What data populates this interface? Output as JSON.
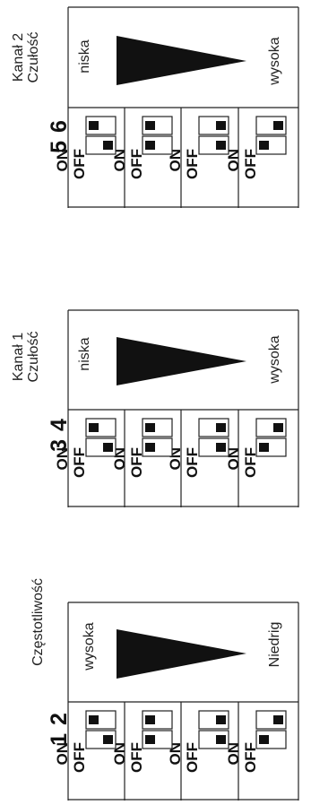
{
  "blocks": [
    {
      "id": "kanal2",
      "heading": [
        "Kanał 2",
        "Czułość"
      ],
      "numbers": "5 6",
      "low_label": "niska",
      "high_label": "wysoka",
      "switches": [
        {
          "sw1": "ON",
          "sw2": "OFF"
        },
        {
          "sw1": "ON",
          "sw2": "ON"
        },
        {
          "sw1": "OFF",
          "sw2": "OFF"
        },
        {
          "sw1": "OFF",
          "sw2": "ON"
        }
      ]
    },
    {
      "id": "kanal1",
      "heading": [
        "Kanał 1",
        "Czułość"
      ],
      "numbers": "3 4",
      "low_label": "niska",
      "high_label": "wysoka",
      "switches": [
        {
          "sw1": "ON",
          "sw2": "OFF"
        },
        {
          "sw1": "ON",
          "sw2": "ON"
        },
        {
          "sw1": "OFF",
          "sw2": "OFF"
        },
        {
          "sw1": "OFF",
          "sw2": "ON"
        }
      ]
    },
    {
      "id": "czestotliwosc",
      "heading": [
        "Częstotliwość"
      ],
      "numbers": "1 2",
      "low_label": "wysoka",
      "high_label": "Niedrig",
      "switches": [
        {
          "sw1": "ON",
          "sw2": "OFF"
        },
        {
          "sw1": "ON",
          "sw2": "ON"
        },
        {
          "sw1": "OFF",
          "sw2": "OFF"
        },
        {
          "sw1": "OFF",
          "sw2": "ON"
        }
      ]
    }
  ],
  "on_label": "ON",
  "off_label": "OFF",
  "colors": {
    "ink": "#111111",
    "line": "#222222"
  }
}
